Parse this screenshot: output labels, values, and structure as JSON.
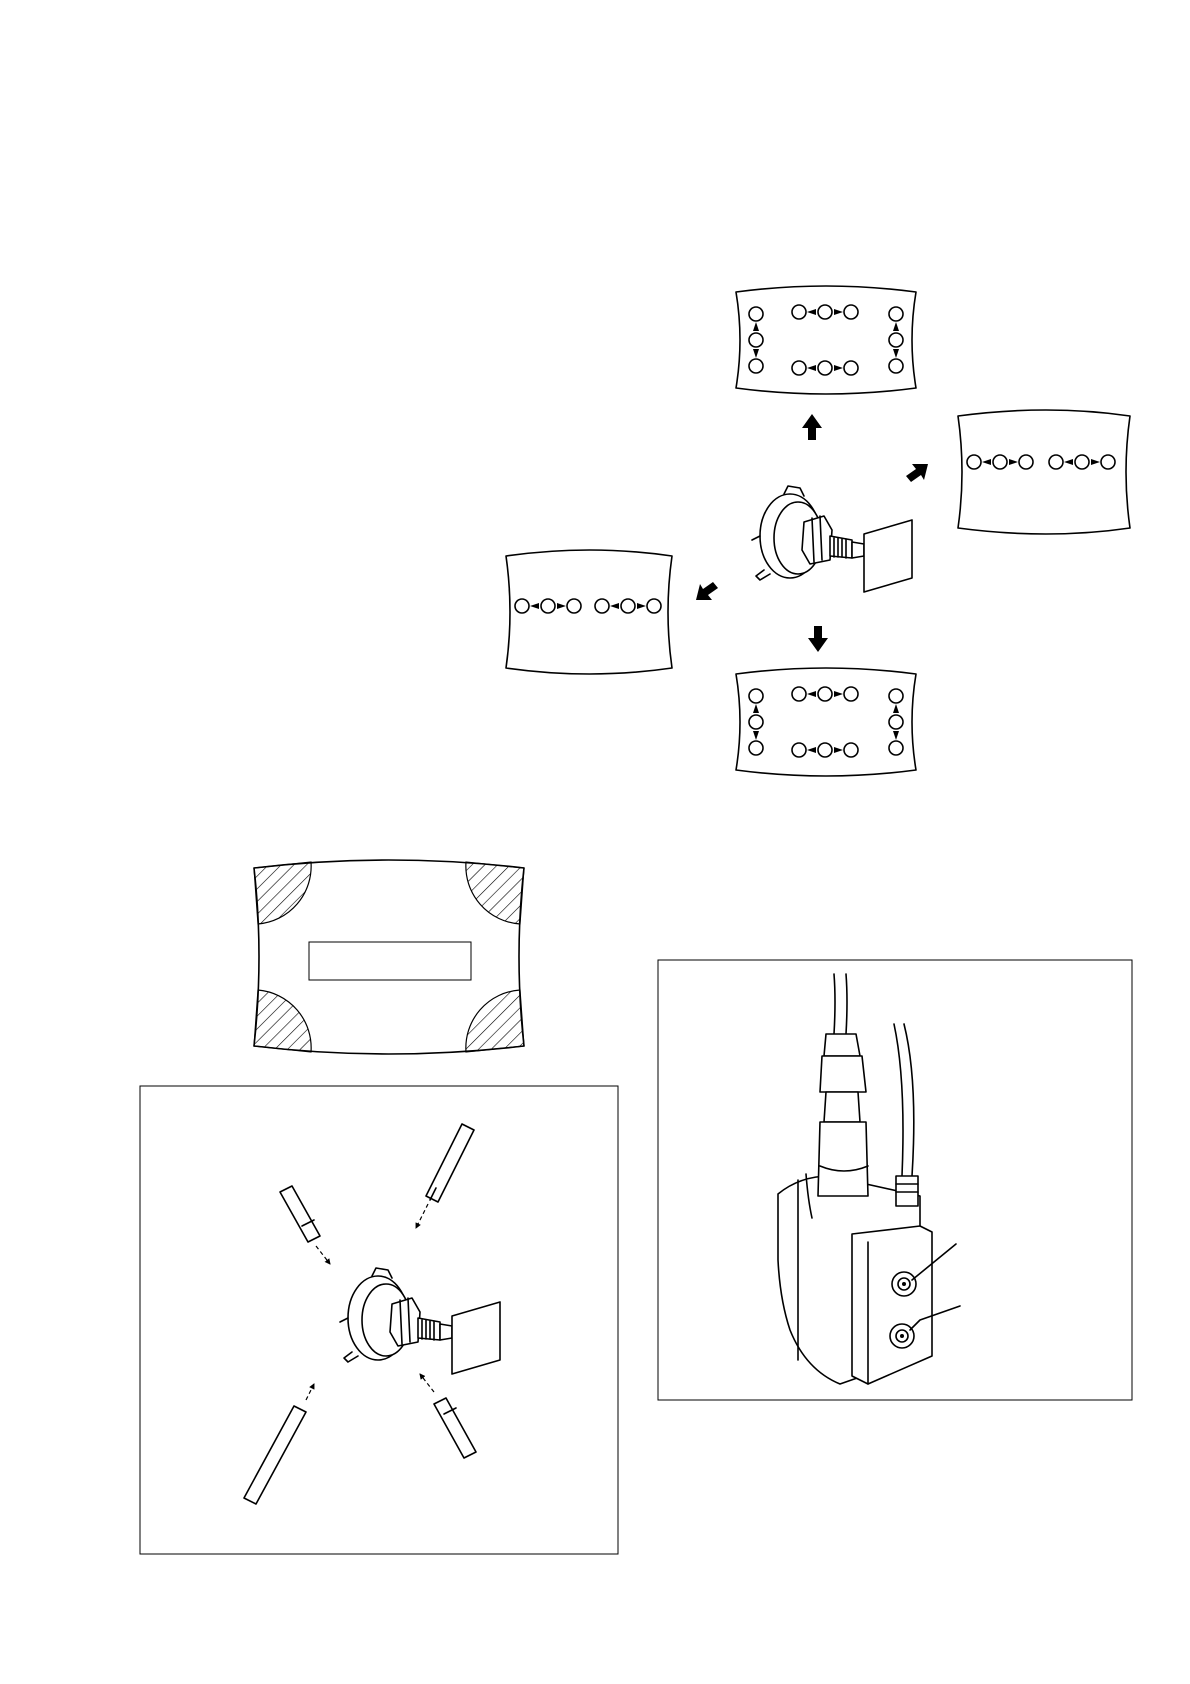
{
  "page": {
    "background": "#ffffff",
    "line_color": "#000000"
  },
  "figures": {
    "convergence": {
      "screens": [
        {
          "id": "screen-up",
          "pattern": "full"
        },
        {
          "id": "screen-right",
          "pattern": "horizontal"
        },
        {
          "id": "screen-left",
          "pattern": "horizontal"
        },
        {
          "id": "screen-down",
          "pattern": "full"
        }
      ],
      "arrows": [
        "up",
        "up-right",
        "down-left",
        "down"
      ]
    },
    "screen_corners": {
      "hatched_corners": 4
    },
    "magnet_adjustment": {
      "pointers": 4
    },
    "flyback_detail": {
      "adjust_knobs": 2
    }
  }
}
